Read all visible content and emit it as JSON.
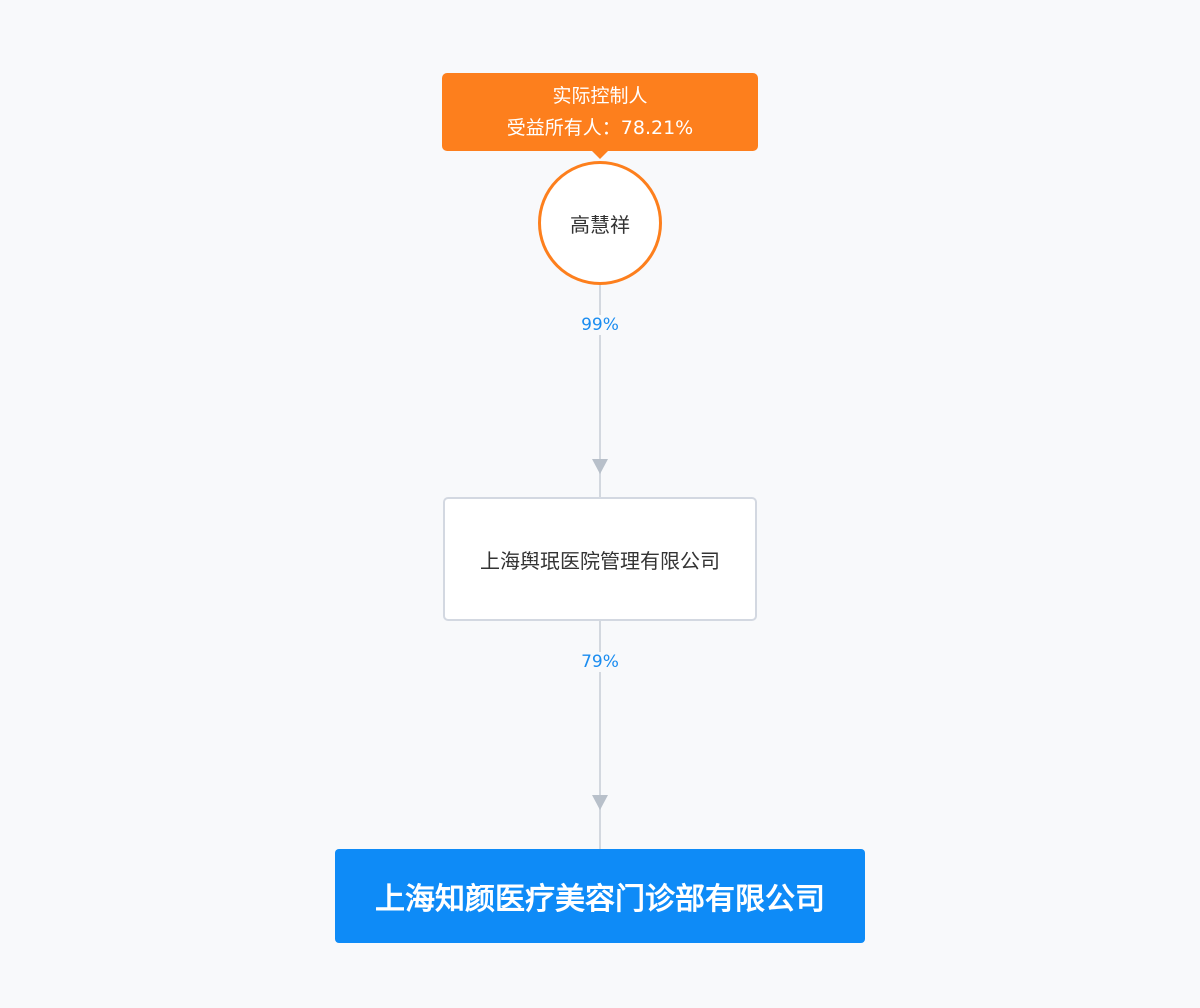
{
  "controller": {
    "tag_title": "实际控制人",
    "tag_beneficial": "受益所有人：78.21%",
    "name": "高慧祥"
  },
  "edges": [
    {
      "percent": "99%"
    },
    {
      "percent": "79%"
    }
  ],
  "intermediate": {
    "name": "上海舆珉医院管理有限公司"
  },
  "target": {
    "name": "上海知颜医疗美容门诊部有限公司"
  },
  "colors": {
    "controller": "#fd7f1d",
    "target": "#0e8bf7",
    "percent": "#1a8cf0"
  }
}
